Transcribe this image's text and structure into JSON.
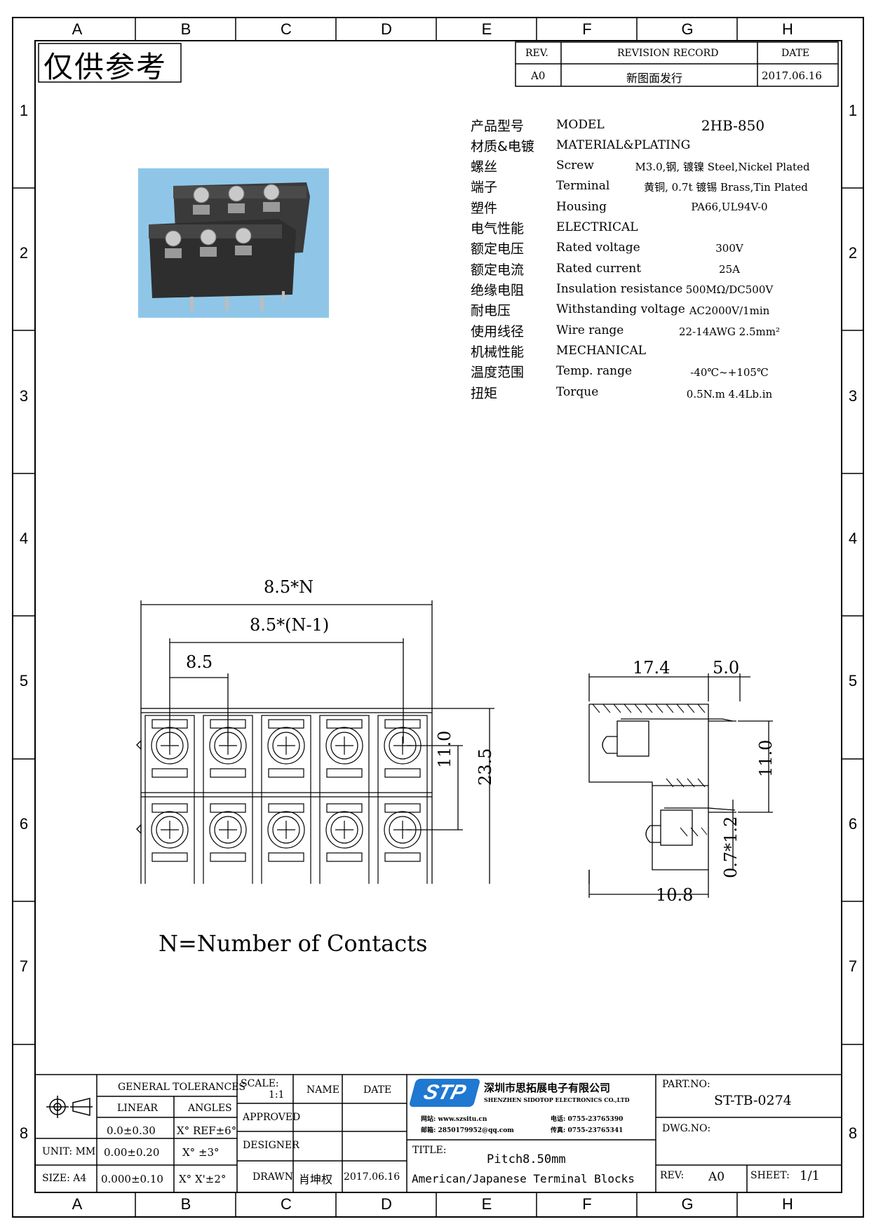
{
  "watermark": "仅供参考",
  "zones": {
    "columns": [
      "A",
      "B",
      "C",
      "D",
      "E",
      "F",
      "G",
      "H"
    ],
    "rows": [
      "1",
      "2",
      "3",
      "4",
      "5",
      "6",
      "7",
      "8"
    ]
  },
  "revision": {
    "rev_header": "REV.",
    "record_header": "REVISION RECORD",
    "date_header": "DATE",
    "rev": "A0",
    "record": "新图面发行",
    "date": "2017.06.16"
  },
  "specs": [
    {
      "cn": "产品型号",
      "en": "MODEL",
      "value": "2HB-850"
    },
    {
      "cn": "材质&电镀",
      "en": "MATERIAL&PLATING",
      "value": ""
    },
    {
      "cn": "螺丝",
      "en": "Screw",
      "value": "M3.0,钢, 镀镍 Steel,Nickel Plated"
    },
    {
      "cn": "端子",
      "en": "Terminal",
      "value": "黄铜, 0.7t 镀锡 Brass,Tin Plated"
    },
    {
      "cn": "塑件",
      "en": "Housing",
      "value": "PA66,UL94V-0"
    },
    {
      "cn": "电气性能",
      "en": "ELECTRICAL",
      "value": ""
    },
    {
      "cn": "额定电压",
      "en": "Rated voltage",
      "value": "300V"
    },
    {
      "cn": "额定电流",
      "en": "Rated current",
      "value": "25A"
    },
    {
      "cn": "绝缘电阻",
      "en": "Insulation resistance",
      "value": "500MΩ/DC500V"
    },
    {
      "cn": "耐电压",
      "en": "Withstanding voltage",
      "value": "AC2000V/1min"
    },
    {
      "cn": "使用线径",
      "en": "Wire range",
      "value": "22-14AWG 2.5mm²"
    },
    {
      "cn": "机械性能",
      "en": "MECHANICAL",
      "value": ""
    },
    {
      "cn": "温度范围",
      "en": "Temp. range",
      "value": "-40℃~+105℃"
    },
    {
      "cn": "扭矩",
      "en": "Torque",
      "value": "0.5N.m  4.4Lb.in"
    }
  ],
  "dimensions": {
    "total_width": "8.5*N",
    "inner_width": "8.5*(N-1)",
    "pitch": "8.5",
    "row_pitch": "11.0",
    "height": "23.5",
    "side_depth": "17.4",
    "side_offset": "5.0",
    "side_row_pitch": "11.0",
    "pin": "0.7*1.2",
    "side_bottom": "10.8"
  },
  "note": "N=Number of Contacts",
  "title_block": {
    "general_tolerances": "GENERAL TOLERANCES",
    "linear": "LINEAR",
    "angles": "ANGLES",
    "lin1": "0.0±0.30",
    "ang1": "X° REF±6°",
    "unit": "UNIT: MM",
    "lin2": "0.00±0.20",
    "ang2": "X° ±3°",
    "size": "SIZE: A4",
    "lin3": "0.000±0.10",
    "ang3": "X° X'±2°",
    "scale_label": "SCALE:",
    "scale_value": "1:1",
    "name_label": "NAME",
    "date_label": "DATE",
    "approved": "APPROVED",
    "designer": "DESIGNER",
    "drawn": "DRAWN",
    "drawn_name": "肖坤权",
    "drawn_date": "2017.06.16",
    "company_logo": "STP",
    "company_cn": "深圳市思拓展电子有限公司",
    "company_en": "SHENZHEN SIDOTOP ELECTRONICS CO.,LTD",
    "web": "网站: www.szsitu.cn",
    "email": "邮箱: 2850179952@qq.com",
    "tel": "电话: 0755-23765390",
    "fax": "传真: 0755-23765341",
    "title_label": "TITLE:",
    "title_line1": "Pitch8.50mm",
    "title_line2": "American/Japanese Terminal Blocks",
    "part_no_label": "PART.NO:",
    "part_no": "ST-TB-0274",
    "dwg_no_label": "DWG.NO:",
    "rev_label": "REV:",
    "rev_value": "A0",
    "sheet_label": "SHEET:",
    "sheet_value": "1/1"
  },
  "colors": {
    "photo_bg": "#8fc6e8",
    "housing": "#2e2e2e",
    "line": "#000000"
  }
}
